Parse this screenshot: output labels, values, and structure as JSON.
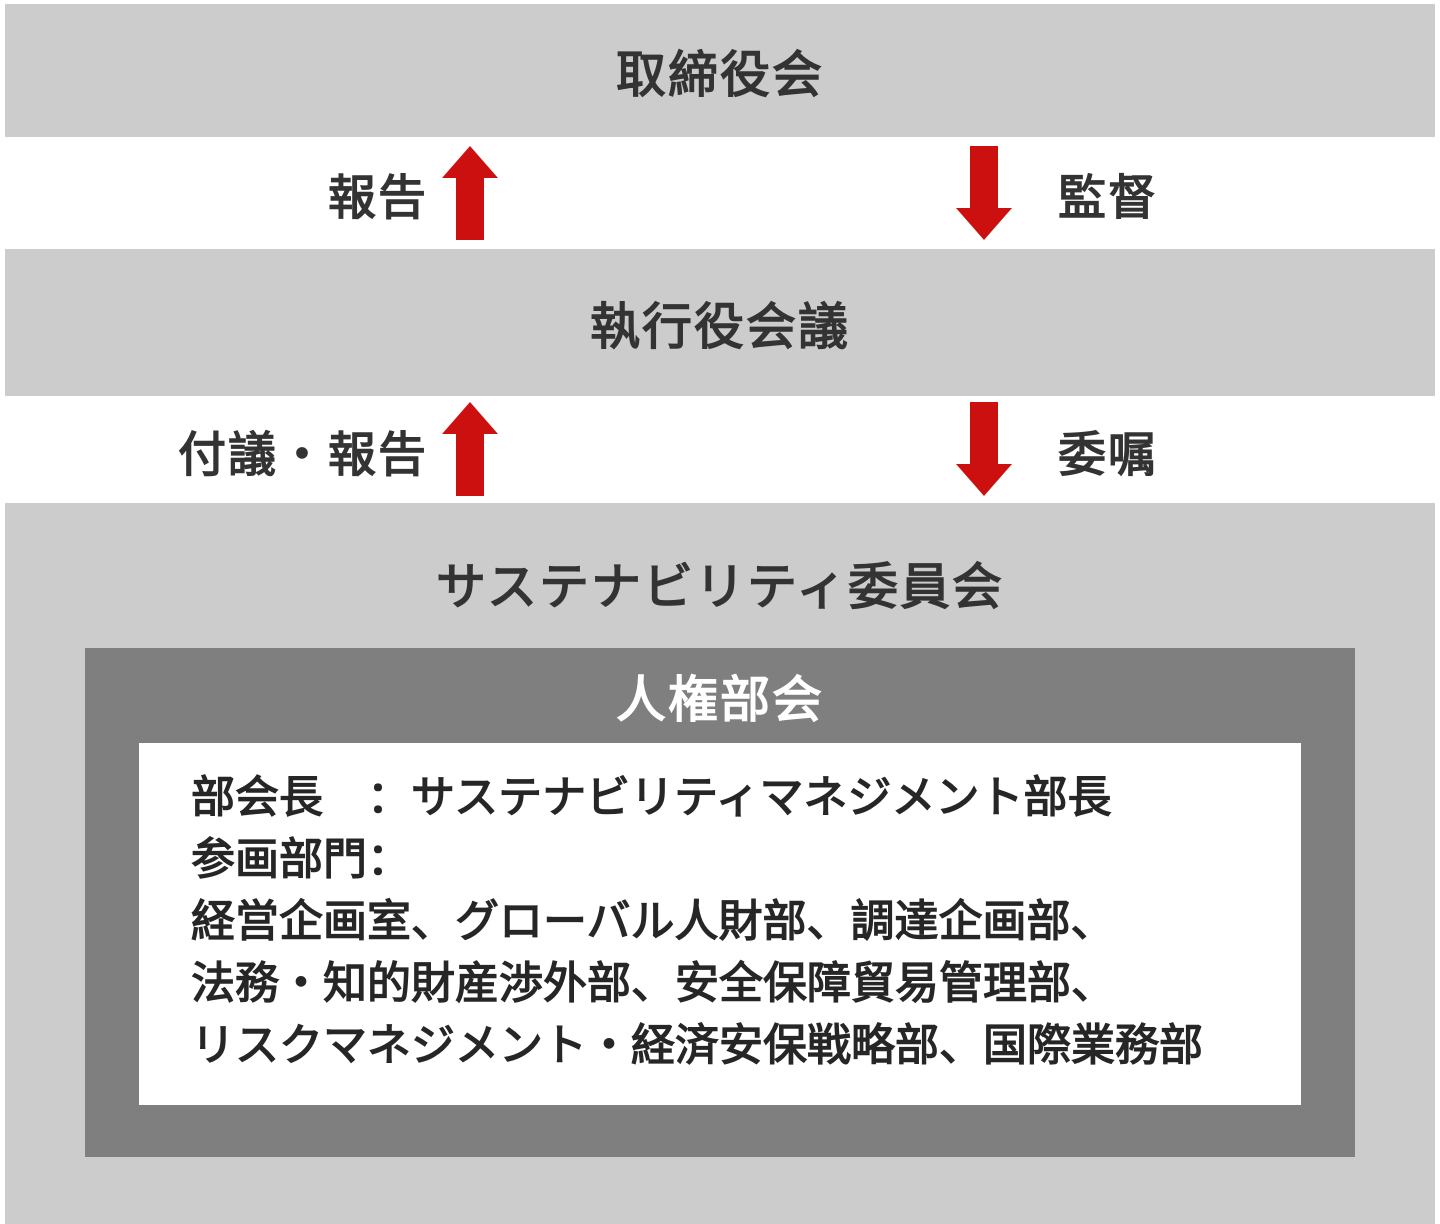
{
  "colors": {
    "bar_background": "#cccccc",
    "subcommittee_background": "#7f7f7f",
    "arrow_red": "#cc1010",
    "title_text": "#333333",
    "body_text": "#262626",
    "subcommittee_title_text": "#ffffff"
  },
  "board": {
    "label": "取締役会"
  },
  "flow_board_exec": {
    "up_label": "報告",
    "up_icon": "up-arrow-icon",
    "down_label": "監督",
    "down_icon": "down-arrow-icon"
  },
  "executive": {
    "label": "執行役会議"
  },
  "flow_exec_committee": {
    "up_label": "付議・報告",
    "up_icon": "up-arrow-icon",
    "down_label": "委嘱",
    "down_icon": "down-arrow-icon"
  },
  "committee": {
    "title": "サステナビリティ委員会",
    "subcommittee": {
      "title": "人権部会",
      "lines": [
        "部会長　：サステナビリティマネジメント部長",
        "参画部門：",
        "経営企画室、グローバル人財部、調達企画部、",
        "法務・知的財産渉外部、安全保障貿易管理部、",
        "リスクマネジメント・経済安保戦略部、国際業務部"
      ]
    }
  }
}
